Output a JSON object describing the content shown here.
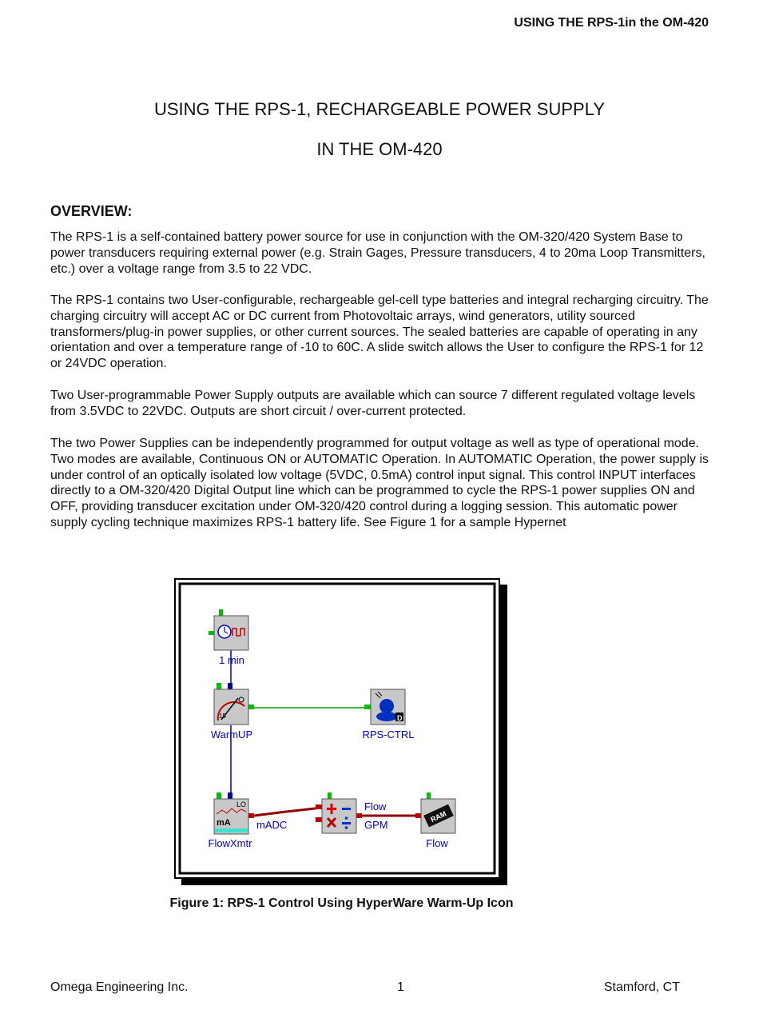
{
  "header": {
    "running_title": "USING THE RPS-1in the OM-420"
  },
  "title": {
    "line1": "USING THE RPS-1, RECHARGEABLE POWER SUPPLY",
    "line2": "IN THE OM-420"
  },
  "overview": {
    "heading": "OVERVIEW:",
    "paragraphs": [
      "The RPS-1 is a self-contained battery power source for use in conjunction with the OM-320/420 System Base to power transducers requiring external power (e.g. Strain Gages, Pressure transducers, 4 to 20ma Loop Transmitters, etc.) over a voltage range from 3.5 to 22 VDC.",
      "The RPS-1 contains two User-configurable, rechargeable gel-cell type batteries and integral recharging circuitry.  The charging circuitry will accept AC or DC current from Photovoltaic arrays, wind generators, utility sourced transformers/plug-in power supplies, or other current sources.  The sealed batteries are capable of operating in any orientation and over a temperature range of -10 to 60C.  A slide switch allows the User to configure the RPS-1 for 12 or 24VDC operation.",
      "Two User-programmable Power Supply outputs are available which can source 7 different regulated voltage levels from 3.5VDC to 22VDC.  Outputs are short circuit / over-current protected.",
      "The two Power Supplies can be independently programmed for output voltage as well as type of operational mode. Two modes are available, Continuous ON or AUTOMATIC Operation.  In AUTOMATIC Operation, the power supply is under control of an optically isolated low voltage (5VDC, 0.5mA) control input signal.  This control INPUT interfaces directly to a OM-320/420 Digital Output line which can be programmed to cycle the RPS-1 power supplies ON and OFF, providing transducer excitation under OM-320/420 control during a logging session.  This automatic power supply cycling  technique maximizes RPS-1 battery life. See Figure 1 for a sample Hypernet"
    ]
  },
  "figure": {
    "caption": "Figure 1: RPS-1 Control Using HyperWare Warm-Up Icon",
    "nodes": {
      "timer": "1 min",
      "warmup": "WarmUP",
      "rps_ctrl": "RPS-CTRL",
      "flowxmtr": "FlowXmtr",
      "flow": "Flow"
    },
    "icon_text": {
      "gauge_mark": "15",
      "flowxmtr_lo": "LO",
      "flowxmtr_ma": "mA",
      "rps_ctrl_d": "D",
      "ram": "RAM"
    },
    "wire_labels": {
      "madc": "mADC",
      "flow": "Flow",
      "gpm": "GPM"
    }
  },
  "footer": {
    "left": "Omega Engineering Inc.",
    "page": "1",
    "right": "Stamford, CT"
  }
}
